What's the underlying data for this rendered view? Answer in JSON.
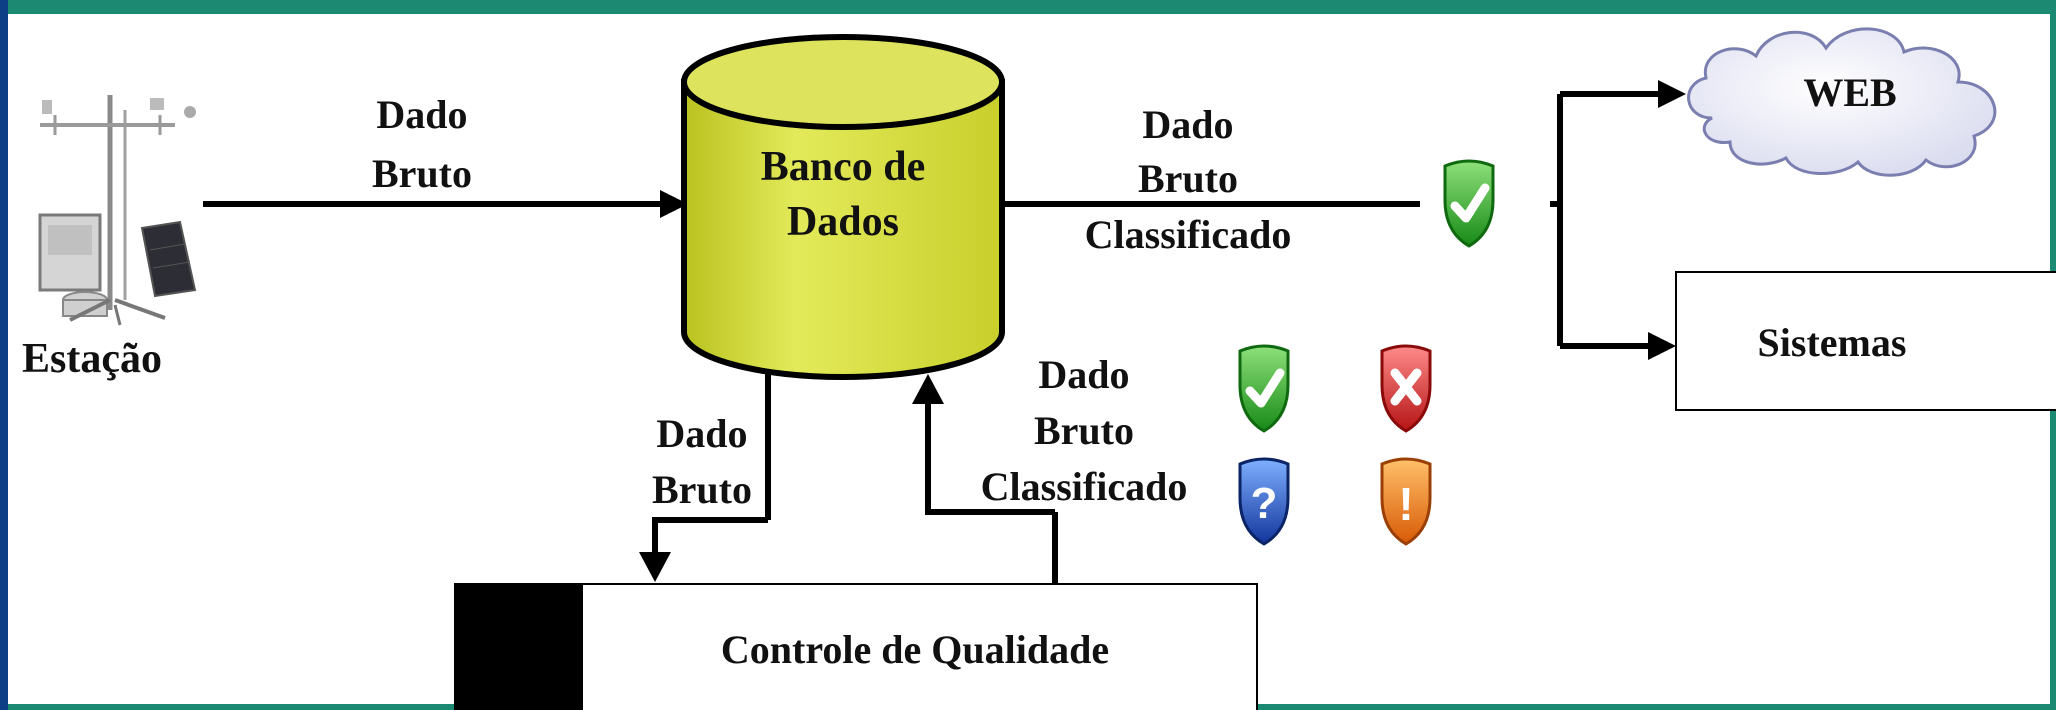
{
  "station": {
    "label": "Estação"
  },
  "database": {
    "label_line1": "Banco de",
    "label_line2": "Dados",
    "fill_color": "#d4db3a"
  },
  "web": {
    "label": "WEB"
  },
  "systems": {
    "label": "Sistemas"
  },
  "quality_control": {
    "label": "Controle de Qualidade"
  },
  "flows": {
    "station_to_db": {
      "line1": "Dado",
      "line2": "Bruto"
    },
    "db_to_qc": {
      "line1": "Dado",
      "line2": "Bruto"
    },
    "qc_to_db": {
      "line1": "Dado",
      "line2": "Bruto",
      "line3": "Classificado"
    },
    "db_to_outputs": {
      "line1": "Dado",
      "line2": "Bruto",
      "line3": "Classificado"
    }
  },
  "badges": {
    "ok": {
      "icon": "check-shield-icon",
      "glyph": "✓",
      "color": "#2aa52a"
    },
    "bad": {
      "icon": "x-shield-icon",
      "glyph": "✗",
      "color": "#d92a2a"
    },
    "unknown": {
      "icon": "question-shield-icon",
      "glyph": "?",
      "color": "#1f4fbf"
    },
    "warning": {
      "icon": "exclamation-shield-icon",
      "glyph": "!",
      "color": "#f07a10"
    }
  },
  "frame": {
    "border_color": "#1c8a73"
  }
}
